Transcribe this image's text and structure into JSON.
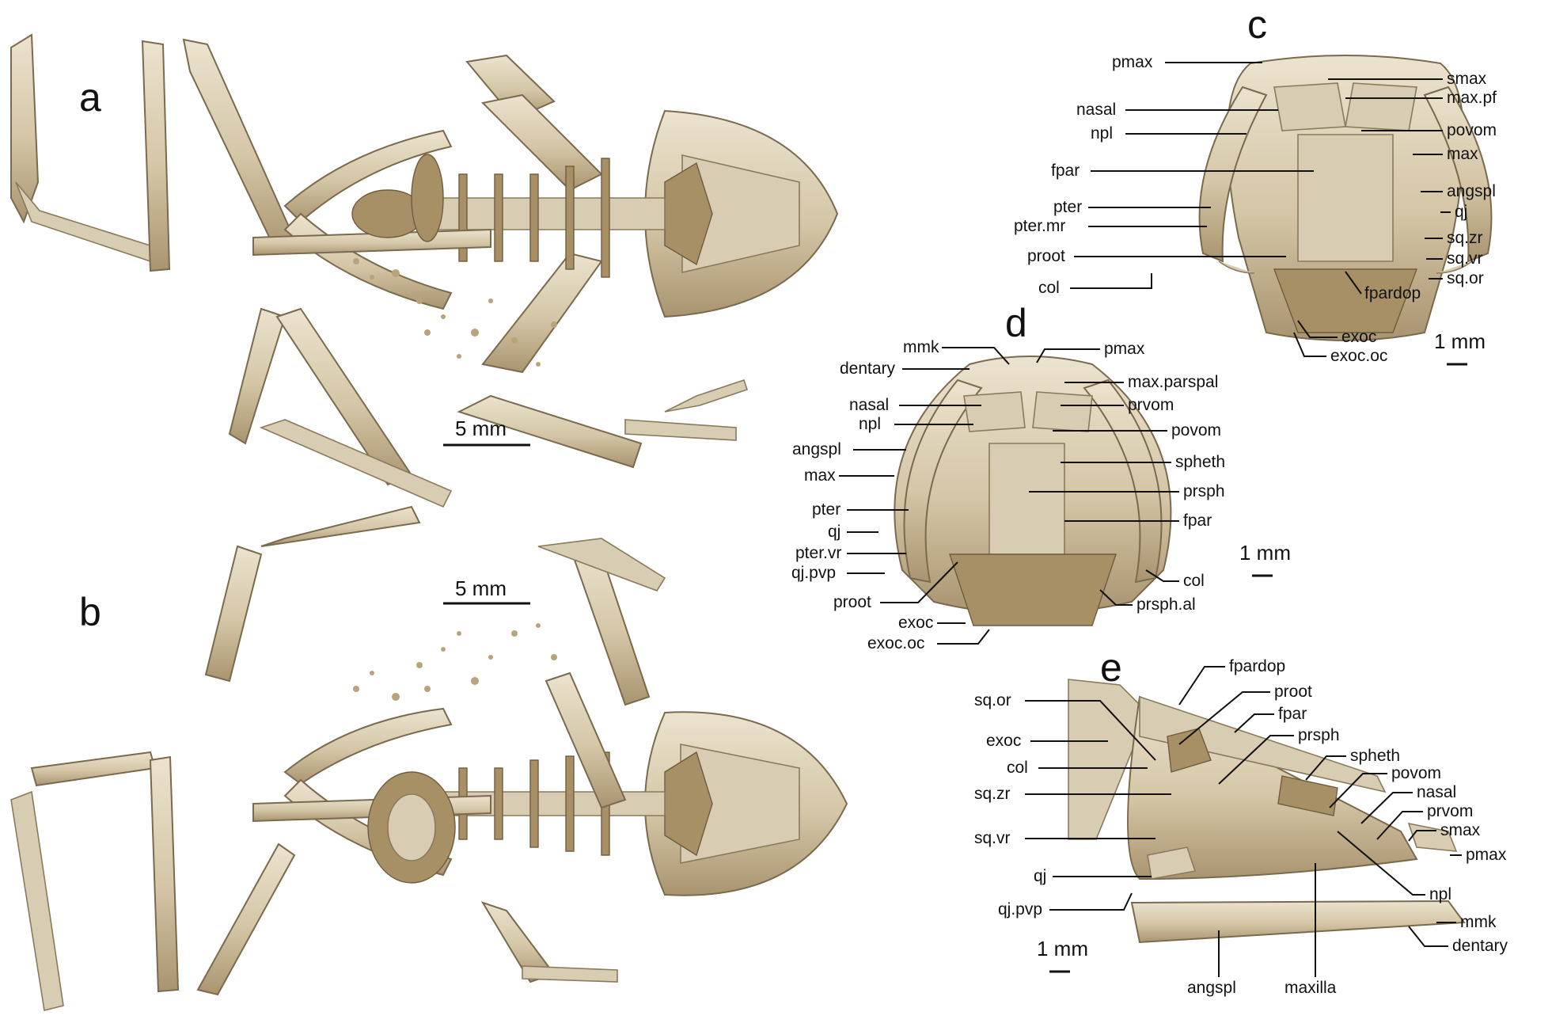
{
  "panels": {
    "a": {
      "letter": "a",
      "scale": "5 mm"
    },
    "b": {
      "letter": "b",
      "scale": "5 mm"
    },
    "c": {
      "letter": "c",
      "scale": "1 mm",
      "labels_left": [
        "pmax",
        "nasal",
        "npl",
        "fpar",
        "pter",
        "pter.mr",
        "proot",
        "col"
      ],
      "labels_right": [
        "smax",
        "max.pf",
        "povom",
        "max",
        "angspl",
        "qj",
        "sq.zr",
        "sq.vr",
        "sq.or",
        "fpardop",
        "exoc",
        "exoc.oc"
      ]
    },
    "d": {
      "letter": "d",
      "scale": "1 mm",
      "labels_left": [
        "mmk",
        "dentary",
        "nasal",
        "npl",
        "angspl",
        "max",
        "pter",
        "qj",
        "pter.vr",
        "qj.pvp",
        "proot",
        "exoc",
        "exoc.oc"
      ],
      "labels_right": [
        "pmax",
        "max.parspal",
        "prvom",
        "povom",
        "spheth",
        "prsph",
        "fpar",
        "col",
        "prsph.al"
      ]
    },
    "e": {
      "letter": "e",
      "scale": "1 mm",
      "labels_left": [
        "sq.or",
        "exoc",
        "col",
        "sq.zr",
        "sq.vr",
        "qj",
        "qj.pvp"
      ],
      "labels_top": [
        "fpardop",
        "proot",
        "fpar",
        "prsph",
        "spheth",
        "povom",
        "nasal",
        "prvom",
        "smax",
        "pmax"
      ],
      "labels_right": [
        "npl",
        "mmk",
        "dentary"
      ],
      "labels_bottom": [
        "angspl",
        "maxilla"
      ]
    }
  },
  "colors": {
    "bone": "#d6c9ad",
    "bone_shadow": "#9c8760",
    "ink": "#111111"
  }
}
